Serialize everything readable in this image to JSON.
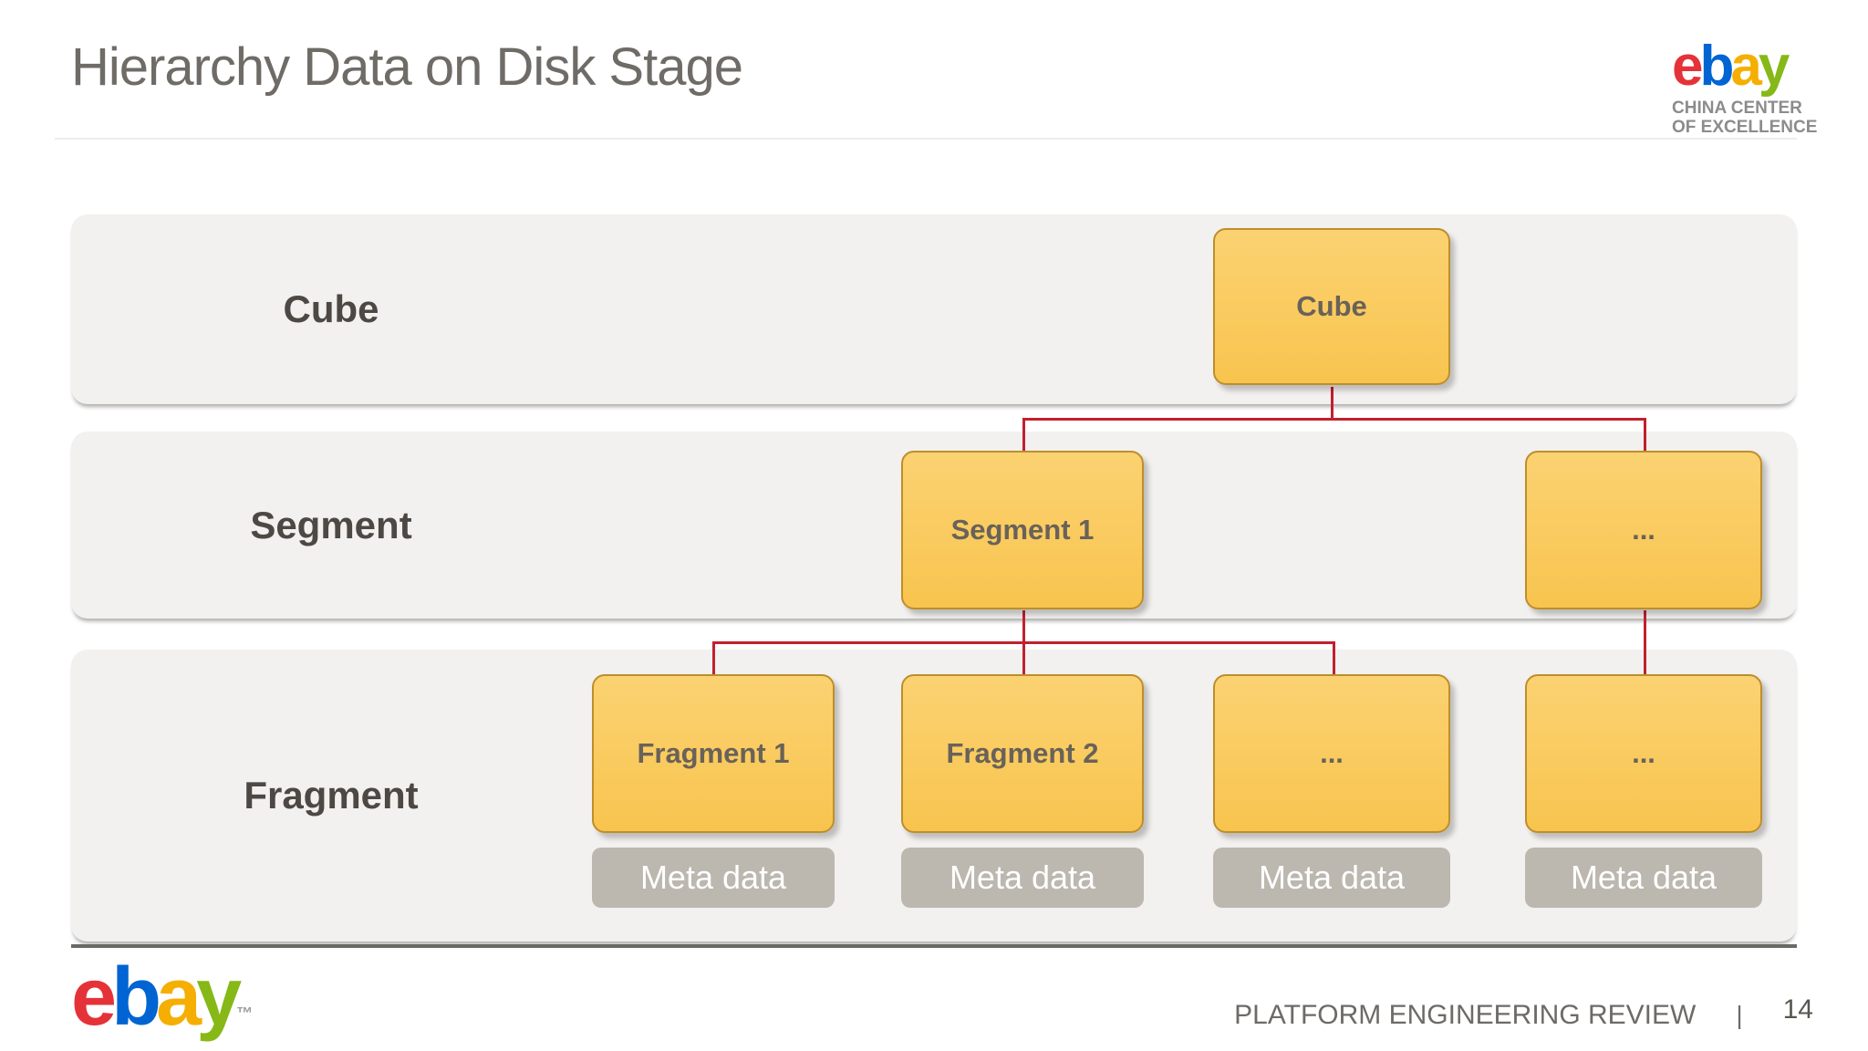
{
  "slide": {
    "title": "Hierarchy Data on Disk Stage",
    "footer_text": "PLATFORM ENGINEERING REVIEW",
    "footer_separator": "|",
    "page_number": "14"
  },
  "logos": {
    "ebay": {
      "letters": [
        "e",
        "b",
        "a",
        "y"
      ],
      "tm": "™",
      "colors": {
        "e": "#E53238",
        "b": "#0064D2",
        "a": "#F5AF02",
        "y": "#86B817"
      }
    },
    "coe": {
      "line1": "CHINA CENTER",
      "line2": "OF EXCELLENCE"
    }
  },
  "colors": {
    "connector_red": "#C2202E",
    "node_fill": "#F8C44E",
    "node_border": "#BE8E2B",
    "band_background": "#F2F1EF",
    "meta_background": "#BCB7AF",
    "title_gray": "#6F6B66",
    "label_dark": "#4D4843"
  },
  "diagram": {
    "bands": [
      {
        "id": "cube",
        "label": "Cube"
      },
      {
        "id": "segment",
        "label": "Segment"
      },
      {
        "id": "fragment",
        "label": "Fragment"
      }
    ],
    "nodes": {
      "cube": {
        "label": "Cube"
      },
      "segment1": {
        "label": "Segment 1"
      },
      "segment_more": {
        "label": "..."
      },
      "fragment1": {
        "label": "Fragment 1",
        "meta": "Meta data"
      },
      "fragment2": {
        "label": "Fragment 2",
        "meta": "Meta data"
      },
      "fragment3": {
        "label": "...",
        "meta": "Meta data"
      },
      "fragment4": {
        "label": "...",
        "meta": "Meta data"
      }
    }
  }
}
